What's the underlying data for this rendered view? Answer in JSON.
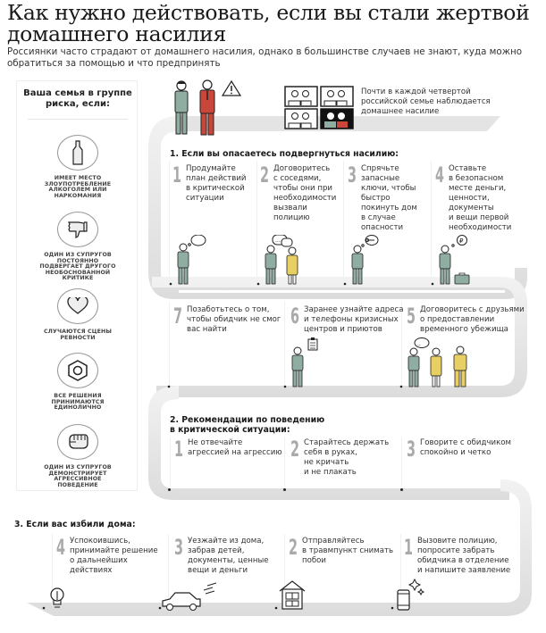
{
  "header": {
    "title_line1": "Как нужно действовать, если вы стали жертвой",
    "title_line2": "домашнего насилия",
    "subtitle_line1": "Россиянки часто страдают от домашнего насилия, однако в большинстве случаев не знают, куда можно",
    "subtitle_line2": "обратиться за помощью и что предпринять"
  },
  "sidebar": {
    "heading_line1": "Ваша семья в группе",
    "heading_line2": "риска, если:",
    "items": [
      {
        "icon": "bottle-icon",
        "lines": [
          "имеет место",
          "злоупотребление",
          "алкоголем или",
          "наркомания"
        ]
      },
      {
        "icon": "thumbs-down-icon",
        "lines": [
          "один из супругов",
          "постоянно",
          "подвергает другого",
          "необоснованной",
          "критике"
        ]
      },
      {
        "icon": "heart-icon",
        "lines": [
          "случаются сцены",
          "ревности"
        ]
      },
      {
        "icon": "hex-nut-icon",
        "lines": [
          "все решения",
          "принимаются",
          "единолично"
        ]
      },
      {
        "icon": "fist-icon",
        "lines": [
          "один из супругов",
          "демонстрирует",
          "агрессивное",
          "поведение"
        ]
      }
    ]
  },
  "intro": {
    "fact_lines": [
      "Почти в каждой четвертой",
      "российской семье наблюдается",
      "домашнее насилие"
    ],
    "colors": {
      "victim": "#8fada0",
      "abuser": "#c9473a",
      "ally": "#e8cf63"
    }
  },
  "section1": {
    "heading": "1. Если вы опасаетесь подвергнуться насилию:",
    "steps": [
      {
        "num": "1",
        "lines": [
          "Продумайте",
          "план действий",
          "в критической",
          "ситуации"
        ]
      },
      {
        "num": "2",
        "lines": [
          "Договоритесь",
          "с соседями,",
          "чтобы они при",
          "необходимости",
          "вызвали",
          "полицию"
        ]
      },
      {
        "num": "3",
        "lines": [
          "Спрячьте",
          "запасные",
          "ключи, чтобы",
          "быстро",
          "покинуть дом",
          "в случае",
          "опасности"
        ]
      },
      {
        "num": "4",
        "lines": [
          "Оставьте",
          "в безопасном",
          "месте деньги,",
          "ценности,",
          "документы",
          "и вещи первой",
          "необходимости"
        ]
      },
      {
        "num": "5",
        "lines": [
          "Договоритесь с друзьями",
          "о предоставлении",
          "временного убежища"
        ]
      },
      {
        "num": "6",
        "lines": [
          "Заранее узнайте адреса",
          "и телефоны кризисных",
          "центров и приютов"
        ]
      },
      {
        "num": "7",
        "lines": [
          "Позаботьтесь о том,",
          "чтобы обидчик не смог",
          "вас найти"
        ]
      }
    ],
    "ruble_symbol": "₽"
  },
  "section2": {
    "heading_line1": "2. Рекомендации по поведению",
    "heading_line2": "в критической ситуации:",
    "steps": [
      {
        "num": "1",
        "lines": [
          "Не отвечайте",
          "агрессией на агрессию"
        ]
      },
      {
        "num": "2",
        "lines": [
          "Старайтесь держать",
          "себя в руках,",
          "не кричать",
          "и не плакать"
        ]
      },
      {
        "num": "3",
        "lines": [
          "Говорите с обидчиком",
          "спокойно и четко"
        ]
      }
    ]
  },
  "section3": {
    "heading": "3. Если вас избили дома:",
    "steps": [
      {
        "num": "4",
        "lines": [
          "Успокоившись,",
          "принимайте решение",
          "о дальнейших",
          "действиях"
        ],
        "icon": "lightbulb-icon"
      },
      {
        "num": "3",
        "lines": [
          "Уезжайте из дома,",
          "забрав детей,",
          "документы, ценные",
          "вещи и деньги"
        ],
        "icon": "car-icon"
      },
      {
        "num": "2",
        "lines": [
          "Отправляйтесь",
          "в травмпункт снимать",
          "побои"
        ],
        "icon": "house-icon"
      },
      {
        "num": "1",
        "lines": [
          "Вызовите полицию,",
          "попросите забрать",
          "обидчика в отделение",
          "и напишите заявление"
        ],
        "icon": "phone-icon"
      }
    ]
  }
}
